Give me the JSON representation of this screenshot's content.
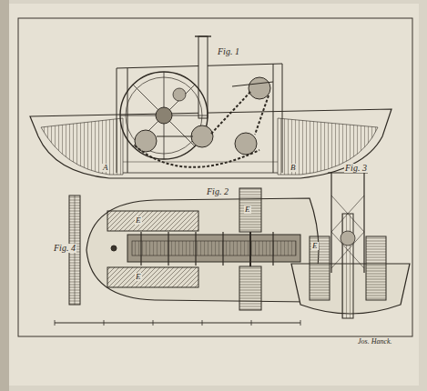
{
  "diagram": {
    "labels": [
      "Fig. 1",
      "Fig. 2",
      "Fig. 3",
      "Fig. 4",
      "A",
      "B",
      "E",
      "E",
      "E",
      "E",
      "Jos. Hanck."
    ]
  }
}
